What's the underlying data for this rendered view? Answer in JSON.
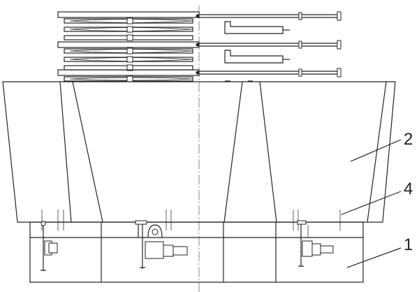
{
  "callouts": [
    {
      "label": "2"
    },
    {
      "label": "4"
    },
    {
      "label": "1"
    }
  ]
}
